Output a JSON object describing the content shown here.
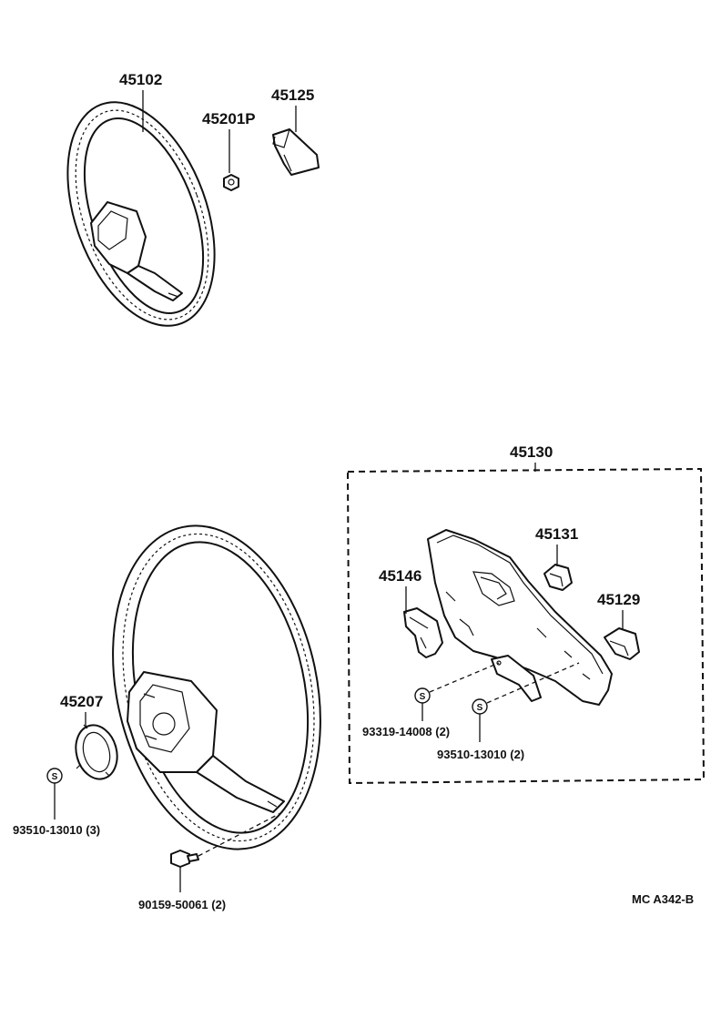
{
  "callouts": {
    "p45102": "45102",
    "p45201P": "45201P",
    "p45125": "45125",
    "p45130": "45130",
    "p45131": "45131",
    "p45146": "45146",
    "p45129": "45129",
    "p45207": "45207",
    "p93319": "93319-14008 (2)",
    "p93510_right": "93510-13010 (2)",
    "p93510_left": "93510-13010 (3)",
    "p90159": "90159-50061 (2)"
  },
  "symbols": {
    "standard_part_mark": "S"
  },
  "footer": {
    "code": "MC A342-B"
  }
}
